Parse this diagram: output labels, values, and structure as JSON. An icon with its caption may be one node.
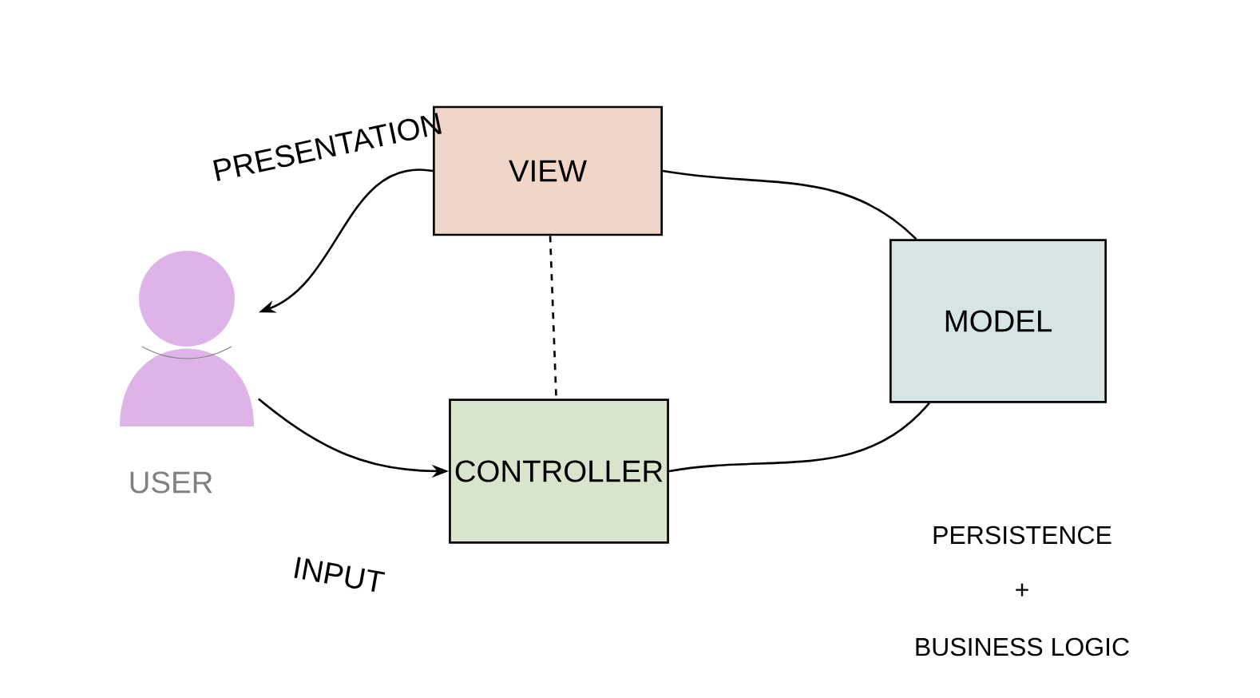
{
  "diagram": {
    "nodes": [
      {
        "text": [
          "VIEW"
        ]
      },
      {
        "text": [
          "MODEL"
        ]
      },
      {
        "text": [],
        "shape": "person",
        "beside": [
          "USER"
        ]
      },
      {
        "text": [
          "CONTROLLER"
        ]
      }
    ],
    "edges": [
      {
        "from": 0,
        "to": 2,
        "arrow": "to",
        "label": "PRESENTATION"
      },
      {
        "from": 2,
        "to": 3,
        "arrow": "to",
        "label": "INPUT"
      },
      {
        "from": 0,
        "to": 3,
        "arrow": "none",
        "style": "dashed"
      },
      {
        "from": 0,
        "to": 1,
        "arrow": "none"
      },
      {
        "from": 3,
        "to": 1,
        "arrow": "none"
      }
    ],
    "labels": [
      "PERSISTENCE",
      "+",
      "BUSINESS LOGIC"
    ]
  }
}
